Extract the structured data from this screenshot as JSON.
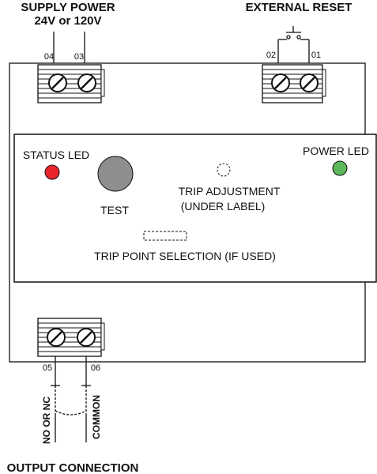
{
  "supply_power": {
    "title": "SUPPLY POWER",
    "voltage": "24V or 120V",
    "terminal_left": "04",
    "terminal_right": "03"
  },
  "external_reset": {
    "title": "EXTERNAL RESET",
    "terminal_left": "02",
    "terminal_right": "01"
  },
  "panel": {
    "status_led_label": "STATUS LED",
    "power_led_label": "POWER LED",
    "test_label": "TEST",
    "trip_adjustment_line1": "TRIP ADJUSTMENT",
    "trip_adjustment_line2": "(UNDER LABEL)",
    "trip_point_label": "TRIP POINT SELECTION (IF USED)",
    "status_led_color": "#e8262b",
    "power_led_color": "#5cb85c",
    "test_button_color": "#8e8e8e"
  },
  "output": {
    "title": "OUTPUT CONNECTION",
    "terminal_left": "05",
    "terminal_right": "06",
    "left_wire_label": "NO  OR  NC",
    "right_wire_label": "COMMON"
  }
}
